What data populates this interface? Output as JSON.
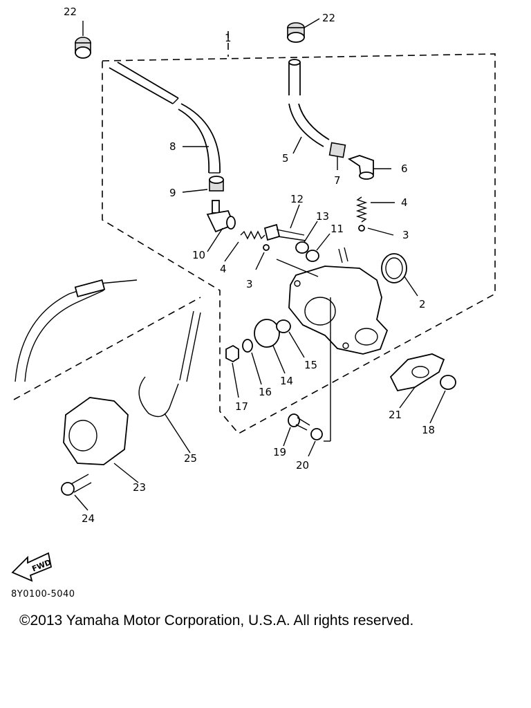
{
  "diagram": {
    "callouts": {
      "c1": "1",
      "c2": "2",
      "c3a": "3",
      "c3b": "3",
      "c4a": "4",
      "c4b": "4",
      "c5": "5",
      "c6": "6",
      "c7": "7",
      "c8": "8",
      "c9": "9",
      "c10": "10",
      "c11": "11",
      "c12": "12",
      "c13": "13",
      "c14": "14",
      "c15": "15",
      "c16": "16",
      "c17": "17",
      "c18": "18",
      "c19": "19",
      "c20": "20",
      "c21": "21",
      "c22a": "22",
      "c22b": "22",
      "c23": "23",
      "c24": "24",
      "c25": "25"
    },
    "fwd_label": "FWD"
  },
  "footer": {
    "code": "8Y0100-5040",
    "copyright": "©2013 Yamaha Motor Corporation, U.S.A. All rights reserved."
  }
}
